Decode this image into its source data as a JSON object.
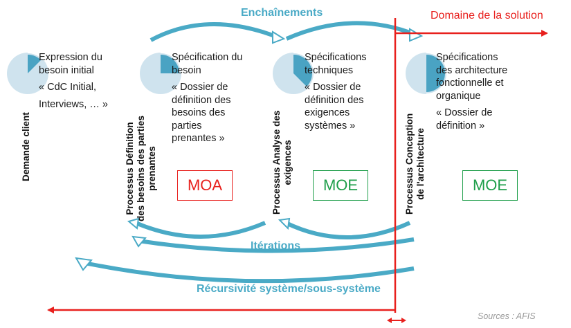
{
  "header": {
    "enchainements": "Enchaînements",
    "domaine_solution": "Domaine de la solution"
  },
  "columns": [
    {
      "id": "expression",
      "text": [
        "Expression du",
        "besoin initial",
        "« CdC Initial,",
        "Interviews, … »"
      ],
      "progress_fraction": 0.125
    },
    {
      "id": "specification",
      "text": [
        "Spécification du",
        "besoin",
        "« Dossier de",
        "définition des",
        "besoins des",
        "parties",
        "prenantes »"
      ],
      "progress_fraction": 0.25
    },
    {
      "id": "specifications-techniques",
      "text": [
        "Spécifications",
        "techniques",
        "« Dossier de",
        "définition des",
        "exigences",
        "systèmes »"
      ],
      "progress_fraction": 0.375
    },
    {
      "id": "specifications-architecture",
      "text": [
        "Spécifications",
        "des architecture",
        "fonctionnelle et",
        "organique",
        "« Dossier de",
        "définition »"
      ],
      "progress_fraction": 0.5
    }
  ],
  "processes": [
    {
      "id": "demande-client",
      "lines": [
        "Demande client"
      ]
    },
    {
      "id": "processus-definition",
      "lines": [
        "Processus Définition",
        "des besoins des parties",
        "prenantes"
      ]
    },
    {
      "id": "processus-analyse",
      "lines": [
        "Processus Analyse des",
        "exigences"
      ]
    },
    {
      "id": "processus-conception",
      "lines": [
        "Processus Conception",
        "de l'architecture"
      ]
    }
  ],
  "roles": {
    "moa": "MOA",
    "moe_1": "MOE",
    "moe_2": "MOE"
  },
  "labels": {
    "iterations": "Itérations",
    "recursivite": "Récursivité système/sous-système",
    "sources": "Sources : AFIS"
  },
  "colors": {
    "teal": "#4aaac6",
    "pie_fill": "#4aa3c3",
    "pie_bg": "#cfe3ee",
    "red": "#e8201d",
    "moe_green": "#1e9e4a",
    "moa_red": "#e8201d"
  }
}
